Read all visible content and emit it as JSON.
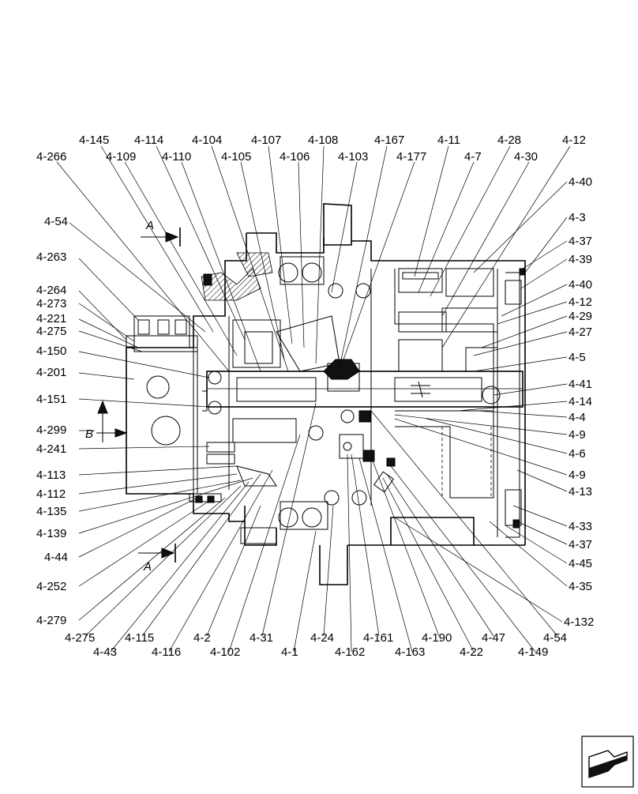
{
  "labels": {
    "top_row1": [
      "4-145",
      "4-114",
      "4-104",
      "4-107",
      "4-108",
      "4-167",
      "4-11",
      "4-28",
      "4-12"
    ],
    "top_row2": [
      "4-266",
      "4-109",
      "4-110",
      "4-105",
      "4-106",
      "4-103",
      "4-177",
      "4-7",
      "4-30"
    ],
    "left": [
      "4-54",
      "4-263",
      "4-264",
      "4-273",
      "4-221",
      "4-275",
      "4-150",
      "4-201",
      "4-151",
      "4-299",
      "4-241",
      "4-113",
      "4-112",
      "4-135",
      "4-139",
      "4-44",
      "4-252",
      "4-279"
    ],
    "right": [
      "4-40",
      "4-3",
      "4-37",
      "4-39",
      "4-40",
      "4-12",
      "4-29",
      "4-27",
      "4-5",
      "4-41",
      "4-14",
      "4-4",
      "4-9",
      "4-6",
      "4-9",
      "4-13",
      "4-33",
      "4-37",
      "4-45",
      "4-35",
      "4-132"
    ],
    "bottom": [
      "4-275",
      "4-43",
      "4-115",
      "4-116",
      "4-2",
      "4-102",
      "4-31",
      "4-1",
      "4-24",
      "4-162",
      "4-161",
      "4-163",
      "4-190",
      "4-22",
      "4-47",
      "4-149",
      "4-54"
    ]
  },
  "section_marks": [
    "A",
    "A",
    "B"
  ]
}
